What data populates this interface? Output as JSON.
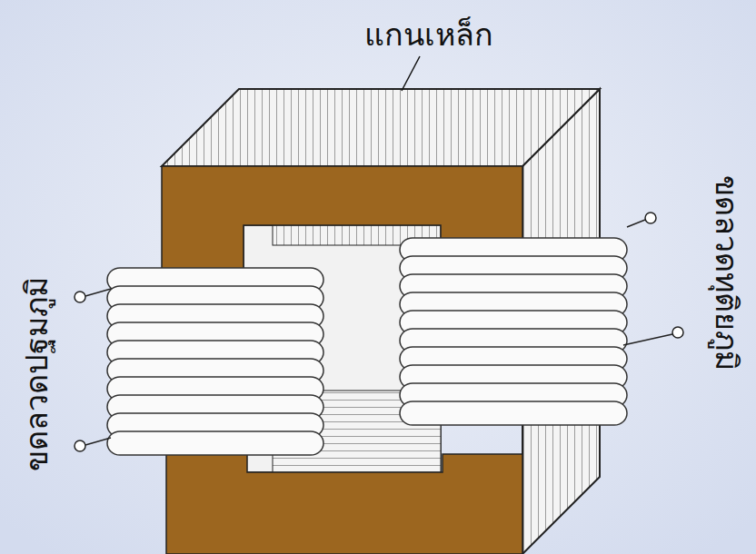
{
  "diagram": {
    "labels": [
      "แกนเหล็ก",
      "ขดลวดปฐมภูมิ",
      "ขดลวดทุติยภูมิ"
    ]
  }
}
